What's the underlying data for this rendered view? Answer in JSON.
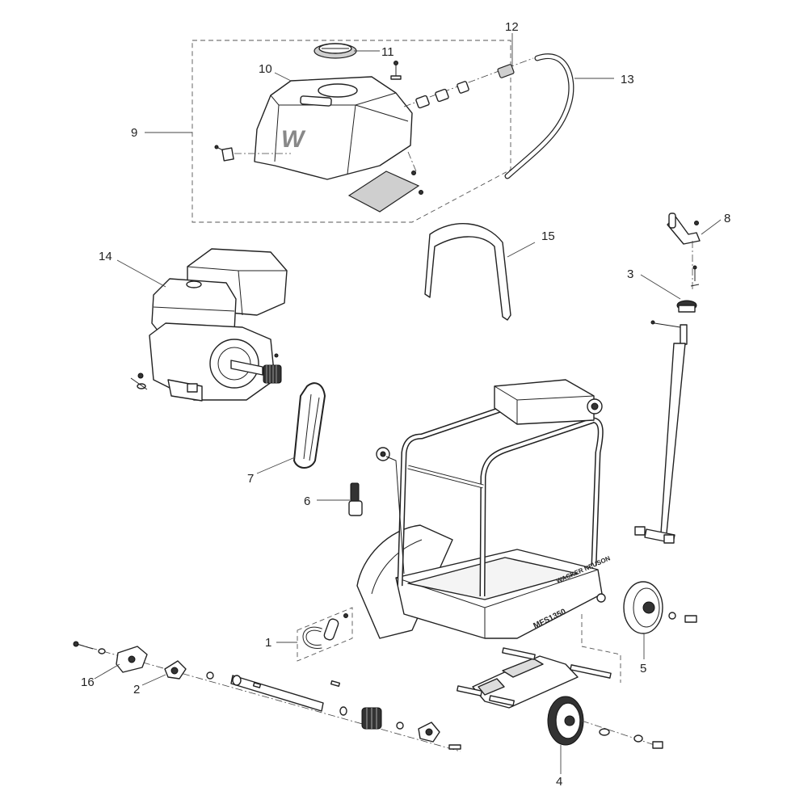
{
  "callouts": [
    {
      "id": "1",
      "label": "1"
    },
    {
      "id": "2",
      "label": "2"
    },
    {
      "id": "3",
      "label": "3"
    },
    {
      "id": "4",
      "label": "4"
    },
    {
      "id": "5",
      "label": "5"
    },
    {
      "id": "6",
      "label": "6"
    },
    {
      "id": "7",
      "label": "7"
    },
    {
      "id": "8",
      "label": "8"
    },
    {
      "id": "9",
      "label": "9"
    },
    {
      "id": "10",
      "label": "10"
    },
    {
      "id": "11",
      "label": "11"
    },
    {
      "id": "12",
      "label": "12"
    },
    {
      "id": "13",
      "label": "13"
    },
    {
      "id": "14",
      "label": "14"
    },
    {
      "id": "15",
      "label": "15"
    },
    {
      "id": "16",
      "label": "16"
    }
  ],
  "markings": {
    "tank_logo": "W",
    "frame_brand": "WACKER NEUSON",
    "frame_model": "MFS1350"
  }
}
